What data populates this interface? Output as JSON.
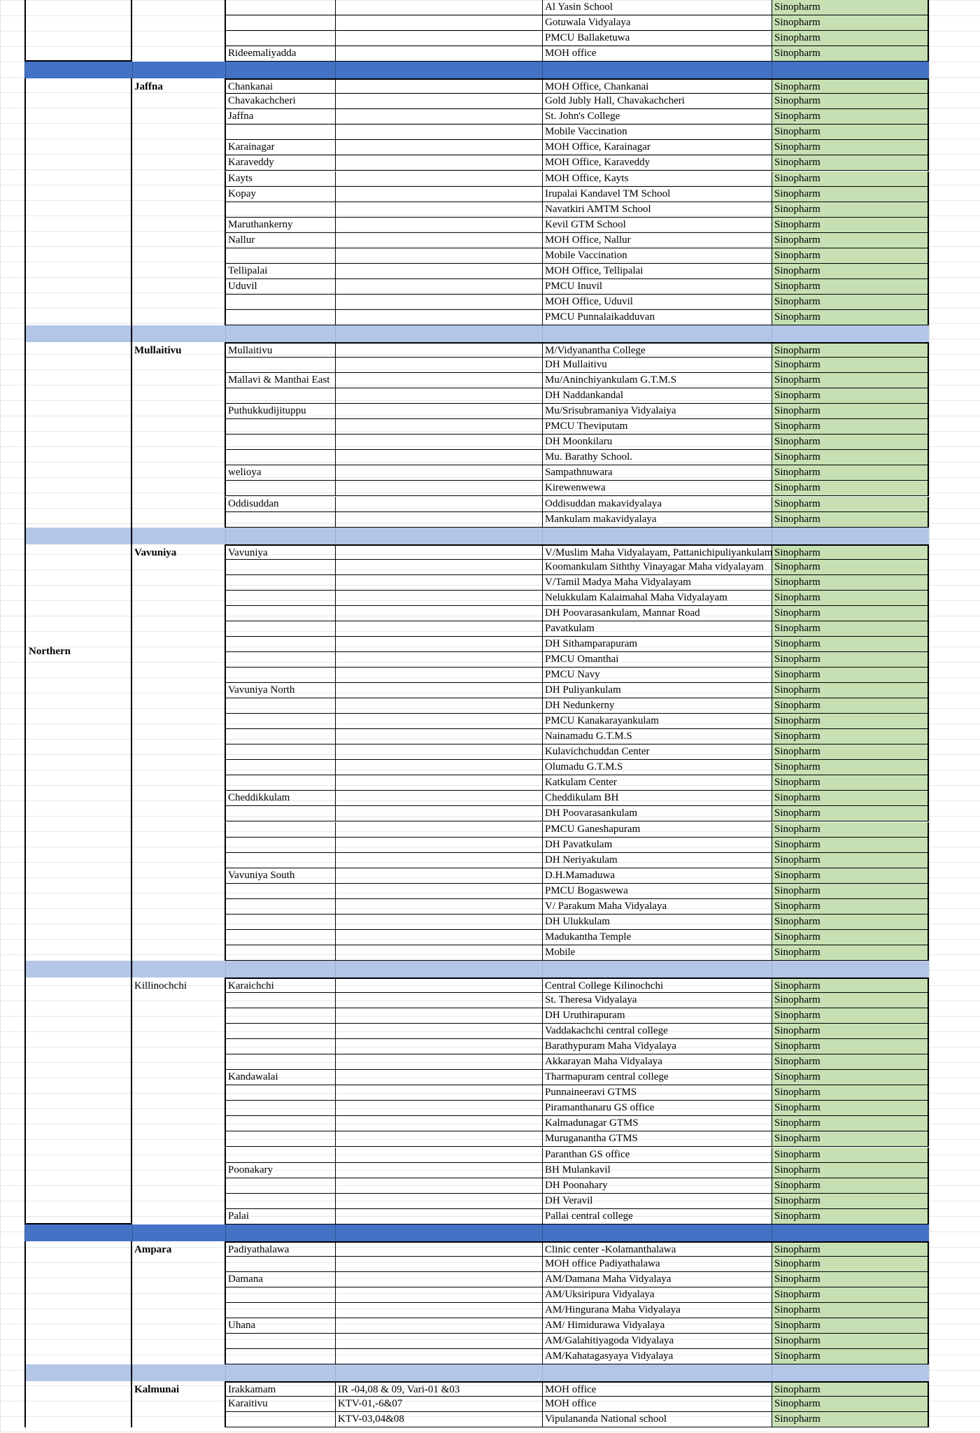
{
  "sheet": {
    "vaccine_fill": "#c6e0b4",
    "band_dark": "#4472c4",
    "band_light": "#b4c6e7",
    "sections": [
      {
        "type": "rows",
        "district_index": -1,
        "rows": [
          {
            "moh": "",
            "gn": "",
            "center": "Al Yasin School",
            "vaccine": "Sinopharm"
          },
          {
            "moh": "",
            "gn": "",
            "center": "Gotuwala Vidyalaya",
            "vaccine": "Sinopharm"
          },
          {
            "moh": "",
            "gn": "",
            "center": "PMCU Ballaketuwa",
            "vaccine": "Sinopharm"
          },
          {
            "moh": "Rideemaliyadda",
            "gn": "",
            "center": "MOH office",
            "vaccine": "Sinopharm"
          }
        ]
      },
      {
        "type": "band",
        "style": "dark"
      },
      {
        "type": "rows",
        "district": "Jaffna",
        "district_bold": true,
        "rows": [
          {
            "moh": "Chankanai",
            "gn": "",
            "center": "MOH Office, Chankanai",
            "vaccine": "Sinopharm"
          },
          {
            "moh": "Chavakachcheri",
            "gn": "",
            "center": "Gold Jubly Hall, Chavakachcheri",
            "vaccine": "Sinopharm"
          },
          {
            "moh": "Jaffna",
            "gn": "",
            "center": "St. John's College",
            "vaccine": "Sinopharm"
          },
          {
            "moh": "",
            "gn": "",
            "center": "Mobile Vaccination",
            "vaccine": "Sinopharm"
          },
          {
            "moh": "Karainagar",
            "gn": "",
            "center": "MOH Office, Karainagar",
            "vaccine": "Sinopharm"
          },
          {
            "moh": "Karaveddy",
            "gn": "",
            "center": "MOH Office, Karaveddy",
            "vaccine": "Sinopharm"
          },
          {
            "moh": "Kayts",
            "gn": "",
            "center": "MOH Office, Kayts",
            "vaccine": "Sinopharm"
          },
          {
            "moh": "Kopay",
            "gn": "",
            "center": "Irupalai Kandavel TM School",
            "vaccine": "Sinopharm"
          },
          {
            "moh": "",
            "gn": "",
            "center": "Navatkiri AMTM School",
            "vaccine": "Sinopharm"
          },
          {
            "moh": "Maruthankerny",
            "gn": "",
            "center": "Kevil GTM School",
            "vaccine": "Sinopharm"
          },
          {
            "moh": "Nallur",
            "gn": "",
            "center": "MOH Office, Nallur",
            "vaccine": "Sinopharm"
          },
          {
            "moh": "",
            "gn": "",
            "center": "Mobile Vaccination",
            "vaccine": "Sinopharm"
          },
          {
            "moh": "Tellipalai",
            "gn": "",
            "center": "MOH Office, Tellipalai",
            "vaccine": "Sinopharm"
          },
          {
            "moh": "Uduvil",
            "gn": "",
            "center": "PMCU Inuvil",
            "vaccine": "Sinopharm"
          },
          {
            "moh": "",
            "gn": "",
            "center": "MOH Office, Uduvil",
            "vaccine": "Sinopharm"
          },
          {
            "moh": "",
            "gn": "",
            "center": "PMCU Punnalaikadduvan",
            "vaccine": "Sinopharm"
          }
        ]
      },
      {
        "type": "band",
        "style": "light"
      },
      {
        "type": "rows",
        "district": "Mullaitivu",
        "district_bold": true,
        "rows": [
          {
            "moh": "Mullaitivu",
            "gn": "",
            "center": "M/Vidyanantha College",
            "vaccine": "Sinopharm"
          },
          {
            "moh": "",
            "gn": "",
            "center": "DH Mullaitivu",
            "vaccine": "Sinopharm"
          },
          {
            "moh": "Mallavi & Manthai East",
            "gn": "",
            "center": "Mu/Aninchiyankulam G.T.M.S",
            "vaccine": "Sinopharm"
          },
          {
            "moh": "",
            "gn": "",
            "center": "DH Naddankandal",
            "vaccine": "Sinopharm"
          },
          {
            "moh": "Puthukkudijituppu",
            "gn": "",
            "center": "Mu/Srisubramaniya Vidyalaiya",
            "vaccine": "Sinopharm"
          },
          {
            "moh": "",
            "gn": "",
            "center": "PMCU Theviputam",
            "vaccine": "Sinopharm"
          },
          {
            "moh": "",
            "gn": "",
            "center": "DH Moonkilaru",
            "vaccine": "Sinopharm"
          },
          {
            "moh": "",
            "gn": "",
            "center": "Mu. Barathy School.",
            "vaccine": "Sinopharm"
          },
          {
            "moh": "welioya",
            "gn": "",
            "center": "Sampathnuwara",
            "vaccine": "Sinopharm"
          },
          {
            "moh": "",
            "gn": "",
            "center": "Kirewenwewa",
            "vaccine": "Sinopharm"
          },
          {
            "moh": "Oddisuddan",
            "gn": "",
            "center": "Oddisuddan makavidyalaya",
            "vaccine": "Sinopharm"
          },
          {
            "moh": "",
            "gn": "",
            "center": "Mankulam makavidyalaya",
            "vaccine": "Sinopharm"
          }
        ]
      },
      {
        "type": "band",
        "style": "light"
      },
      {
        "type": "rows",
        "district": "Vavuniya",
        "district_bold": true,
        "rows": [
          {
            "moh": "Vavuniya",
            "gn": "",
            "center": "V/Muslim Maha Vidyalayam, Pattanichipuliyankulam",
            "vaccine": "Sinopharm"
          },
          {
            "moh": "",
            "gn": "",
            "center": "Koomankulam Siththy Vinayagar Maha vidyalayam",
            "vaccine": "Sinopharm"
          },
          {
            "moh": "",
            "gn": "",
            "center": "V/Tamil Madya Maha Vidyalayam",
            "vaccine": "Sinopharm"
          },
          {
            "moh": "",
            "gn": "",
            "center": "Nelukkulam Kalaimahal Maha Vidyalayam",
            "vaccine": "Sinopharm"
          },
          {
            "moh": "",
            "gn": "",
            "center": "DH Poovarasankulam, Mannar Road",
            "vaccine": "Sinopharm"
          },
          {
            "moh": "",
            "gn": "",
            "center": "Pavatkulam",
            "vaccine": "Sinopharm"
          },
          {
            "moh": "",
            "gn": "",
            "center": "DH Sithamparapuram",
            "vaccine": "Sinopharm"
          },
          {
            "moh": "",
            "gn": "",
            "center": "PMCU Omanthai",
            "vaccine": "Sinopharm"
          },
          {
            "moh": "",
            "gn": "",
            "center": "PMCU Navy",
            "vaccine": "Sinopharm"
          },
          {
            "moh": "Vavuniya North",
            "gn": "",
            "center": "DH Puliyankulam",
            "vaccine": "Sinopharm"
          },
          {
            "moh": "",
            "gn": "",
            "center": "DH Nedunkerny",
            "vaccine": "Sinopharm"
          },
          {
            "moh": "",
            "gn": "",
            "center": "PMCU Kanakarayankulam",
            "vaccine": "Sinopharm"
          },
          {
            "moh": "",
            "gn": "",
            "center": "Nainamadu G.T.M.S",
            "vaccine": "Sinopharm"
          },
          {
            "moh": "",
            "gn": "",
            "center": "Kulavichchuddan Center",
            "vaccine": "Sinopharm"
          },
          {
            "moh": "",
            "gn": "",
            "center": "Olumadu G.T.M.S",
            "vaccine": "Sinopharm"
          },
          {
            "moh": "",
            "gn": "",
            "center": "Katkulam Center",
            "vaccine": "Sinopharm"
          },
          {
            "moh": "Cheddikkulam",
            "gn": "",
            "center": "Cheddikulam BH",
            "vaccine": "Sinopharm"
          },
          {
            "moh": "",
            "gn": "",
            "center": "DH Poovarasankulam",
            "vaccine": "Sinopharm"
          },
          {
            "moh": "",
            "gn": "",
            "center": "PMCU Ganeshapuram",
            "vaccine": "Sinopharm"
          },
          {
            "moh": "",
            "gn": "",
            "center": "DH Pavatkulam",
            "vaccine": "Sinopharm"
          },
          {
            "moh": "",
            "gn": "",
            "center": "DH Neriyakulam",
            "vaccine": "Sinopharm"
          },
          {
            "moh": "Vavuniya South",
            "gn": "",
            "center": "D.H.Mamaduwa",
            "vaccine": "Sinopharm"
          },
          {
            "moh": "",
            "gn": "",
            "center": "PMCU Bogaswewa",
            "vaccine": "Sinopharm"
          },
          {
            "moh": "",
            "gn": "",
            "center": "V/ Parakum Maha Vidyalaya",
            "vaccine": "Sinopharm"
          },
          {
            "moh": "",
            "gn": "",
            "center": "DH Ulukkulam",
            "vaccine": "Sinopharm"
          },
          {
            "moh": "",
            "gn": "",
            "center": "Madukantha Temple",
            "vaccine": "Sinopharm"
          },
          {
            "moh": "",
            "gn": "",
            "center": "Mobile",
            "vaccine": "Sinopharm"
          }
        ]
      },
      {
        "type": "band",
        "style": "light"
      },
      {
        "type": "rows",
        "district": "Killinochchi",
        "district_bold": false,
        "rows": [
          {
            "moh": "Karaichchi",
            "gn": "",
            "center": "Central College Kilinochchi",
            "vaccine": "Sinopharm"
          },
          {
            "moh": "",
            "gn": "",
            "center": " St. Theresa Vidyalaya",
            "vaccine": "Sinopharm"
          },
          {
            "moh": "",
            "gn": "",
            "center": "DH Uruthirapuram",
            "vaccine": "Sinopharm"
          },
          {
            "moh": "",
            "gn": "",
            "center": "Vaddakachchi central college",
            "vaccine": "Sinopharm"
          },
          {
            "moh": "",
            "gn": "",
            "center": "Barathypuram Maha Vidyalaya",
            "vaccine": "Sinopharm"
          },
          {
            "moh": "",
            "gn": "",
            "center": "Akkarayan Maha Vidyalaya",
            "vaccine": "Sinopharm"
          },
          {
            "moh": "Kandawalai",
            "gn": "",
            "center": "Tharmapuram central college",
            "vaccine": "Sinopharm"
          },
          {
            "moh": "",
            "gn": "",
            "center": "Punnaineeravi GTMS",
            "vaccine": "Sinopharm"
          },
          {
            "moh": "",
            "gn": "",
            "center": " Piramanthanaru GS office",
            "vaccine": "Sinopharm"
          },
          {
            "moh": "",
            "gn": "",
            "center": "Kalmadunagar GTMS",
            "vaccine": "Sinopharm"
          },
          {
            "moh": "",
            "gn": "",
            "center": "Muruganantha GTMS",
            "vaccine": "Sinopharm"
          },
          {
            "moh": "",
            "gn": "",
            "center": "Paranthan GS office",
            "vaccine": "Sinopharm"
          },
          {
            "moh": "Poonakary",
            "gn": "",
            "center": "BH Mulankavil",
            "vaccine": "Sinopharm"
          },
          {
            "moh": "",
            "gn": "",
            "center": "DH Poonahary",
            "vaccine": "Sinopharm"
          },
          {
            "moh": "",
            "gn": "",
            "center": "DH Veravil",
            "vaccine": "Sinopharm"
          },
          {
            "moh": "Palai",
            "gn": "",
            "center": "Pallai central college",
            "vaccine": "Sinopharm"
          }
        ]
      },
      {
        "type": "band",
        "style": "dark"
      },
      {
        "type": "rows",
        "district": "Ampara",
        "district_bold": true,
        "rows": [
          {
            "moh": "Padiyathalawa",
            "gn": "",
            "center": "Clinic center -Kolamanthalawa",
            "vaccine": "Sinopharm"
          },
          {
            "moh": "",
            "gn": "",
            "center": "MOH office Padiyathalawa",
            "vaccine": "Sinopharm"
          },
          {
            "moh": "Damana",
            "gn": "",
            "center": "AM/Damana Maha Vidyalaya",
            "vaccine": "Sinopharm"
          },
          {
            "moh": "",
            "gn": "",
            "center": "AM/Uksiripura Vidyalaya",
            "vaccine": "Sinopharm"
          },
          {
            "moh": "",
            "gn": "",
            "center": "AM/Hingurana Maha Vidyalaya",
            "vaccine": "Sinopharm"
          },
          {
            "moh": "Uhana",
            "gn": "",
            "center": "AM/ Himidurawa Vidyalaya",
            "vaccine": "Sinopharm"
          },
          {
            "moh": "",
            "gn": "",
            "center": "AM/Galahitiyagoda Vidyalaya",
            "vaccine": "Sinopharm"
          },
          {
            "moh": "",
            "gn": "",
            "center": "AM/Kahatagasyaya Vidyalaya",
            "vaccine": "Sinopharm"
          }
        ]
      },
      {
        "type": "band",
        "style": "light"
      },
      {
        "type": "rows",
        "district": "Kalmunai",
        "district_bold": true,
        "rows": [
          {
            "moh": "Irakkamam",
            "gn": "IR -04,08 & 09, Vari-01 &03",
            "center": "MOH office",
            "vaccine": "Sinopharm"
          },
          {
            "moh": "Karaitivu",
            "gn": "KTV-01,-6&07",
            "center": "MOH office",
            "vaccine": "Sinopharm"
          },
          {
            "moh": "",
            "gn": "KTV-03,04&08",
            "center": "Vipulananda National school",
            "vaccine": "Sinopharm"
          }
        ]
      }
    ],
    "provinces": [
      {
        "label": "",
        "from_section": 0,
        "to_section": 0,
        "open_top": true
      },
      {
        "label": "Northern",
        "from_section": 2,
        "to_section": 8,
        "open_top": false
      },
      {
        "label": "",
        "from_section": 10,
        "to_section": 12,
        "open_top": false,
        "open_bottom": true
      }
    ]
  }
}
